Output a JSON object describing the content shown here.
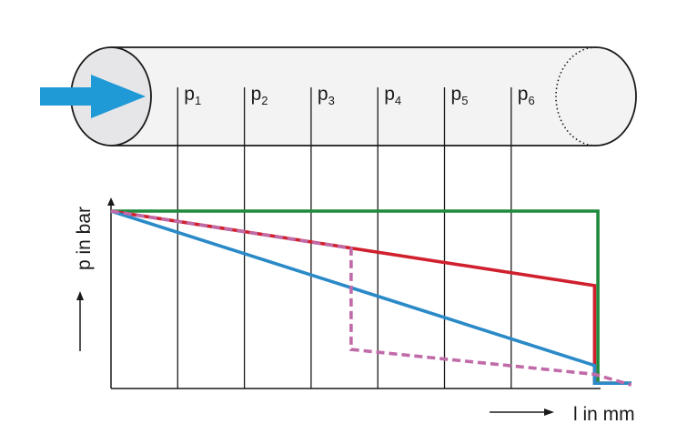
{
  "pipe": {
    "probes": [
      {
        "letter": "p",
        "index": "1"
      },
      {
        "letter": "p",
        "index": "2"
      },
      {
        "letter": "p",
        "index": "3"
      },
      {
        "letter": "p",
        "index": "4"
      },
      {
        "letter": "p",
        "index": "5"
      },
      {
        "letter": "p",
        "index": "6"
      }
    ]
  },
  "axes": {
    "ylabel": "p in bar",
    "xlabel": "l in mm"
  },
  "colors": {
    "flow_arrow": "#1f9ad6",
    "green": "#1f8a3c",
    "red": "#d0202e",
    "blue": "#2a8ac8",
    "purple_dashed": "#c06aa8",
    "pipe_fill": "#f3f3f4",
    "pipe_end": "#e6e6e8"
  },
  "chart_data": {
    "type": "line",
    "x": [
      0,
      1,
      2,
      3,
      4,
      5,
      6,
      7
    ],
    "x_tick_labels": [
      "",
      "p1",
      "p2",
      "p3",
      "p4",
      "p5",
      "p6",
      ""
    ],
    "xlabel": "l in mm",
    "ylabel": "p in bar",
    "ylim": [
      0,
      100
    ],
    "grid": "vertical lines at probe positions p1–p6",
    "series": [
      {
        "style": "solid",
        "color": "green",
        "points": [
          [
            0,
            100
          ],
          [
            7.3,
            100
          ],
          [
            7.3,
            3
          ],
          [
            7.8,
            3
          ]
        ]
      },
      {
        "style": "solid",
        "color": "red",
        "points": [
          [
            0,
            100
          ],
          [
            7.25,
            58
          ],
          [
            7.25,
            3
          ],
          [
            7.8,
            3
          ]
        ]
      },
      {
        "style": "solid",
        "color": "blue",
        "points": [
          [
            0,
            100
          ],
          [
            7.25,
            13
          ],
          [
            7.25,
            3
          ],
          [
            7.8,
            3
          ]
        ]
      },
      {
        "style": "dashed",
        "color": "purple",
        "points": [
          [
            0,
            100
          ],
          [
            3.6,
            79
          ],
          [
            3.6,
            22
          ],
          [
            7.25,
            8
          ],
          [
            7.8,
            2
          ]
        ]
      }
    ]
  }
}
